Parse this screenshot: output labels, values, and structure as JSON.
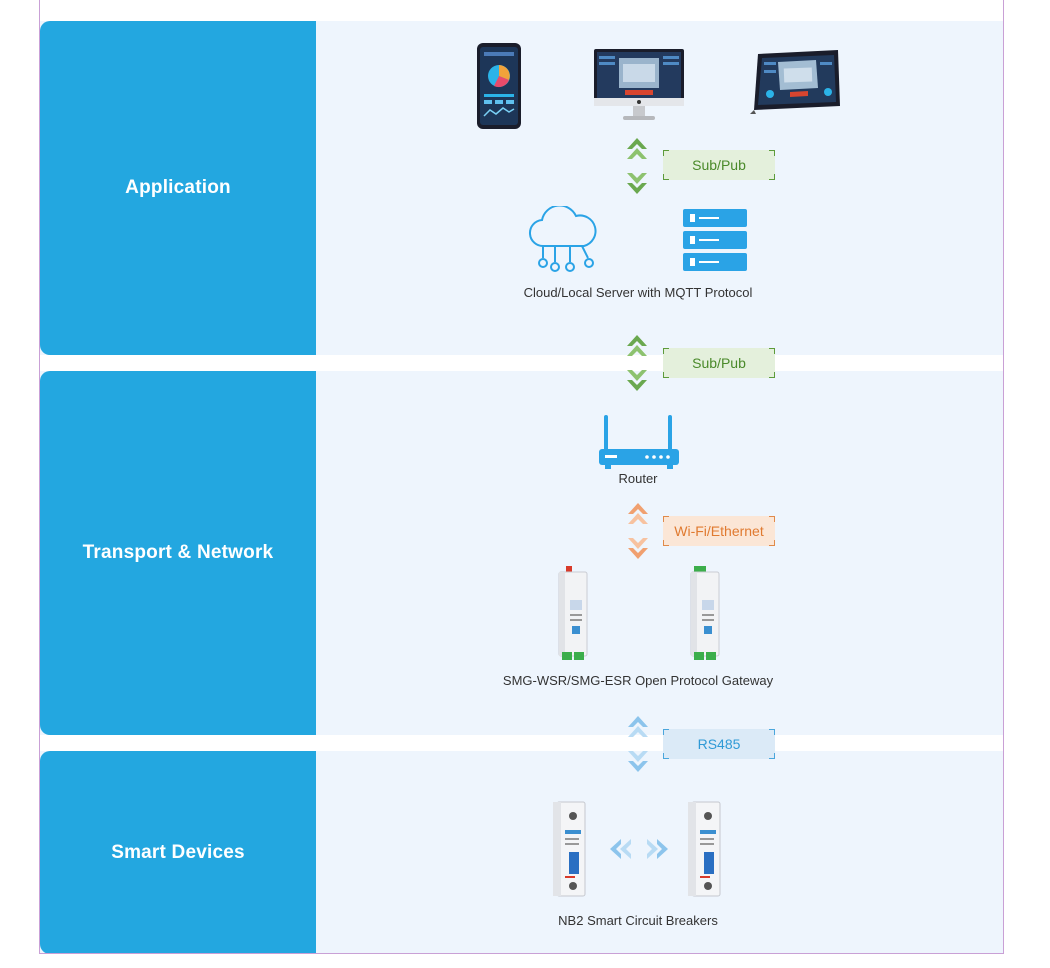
{
  "layers": {
    "application": "Application",
    "transport": "Transport & Network",
    "devices": "Smart Devices"
  },
  "captions": {
    "server": "Cloud/Local Server with MQTT Protocol",
    "router": "Router",
    "gateway": "SMG-WSR/SMG-ESR Open Protocol Gateway",
    "breakers": "NB2 Smart Circuit Breakers"
  },
  "links": {
    "top": "Sub/Pub",
    "middle": "Sub/Pub",
    "wifi": "Wi-Fi/Ethernet",
    "rs485": "RS485"
  },
  "colors": {
    "band_label": "#23a7e0",
    "band_bg": "#eef5fd",
    "arrow_green": "#6aa84f",
    "arrow_orange": "#f0a070",
    "arrow_blue": "#8cc4ec",
    "icon_blue": "#2aa3e6"
  },
  "icons": [
    "phone-icon",
    "monitor-icon",
    "tablet-icon",
    "cloud-icon",
    "server-icon",
    "router-icon",
    "gateway-device-icon",
    "circuit-breaker-icon"
  ]
}
